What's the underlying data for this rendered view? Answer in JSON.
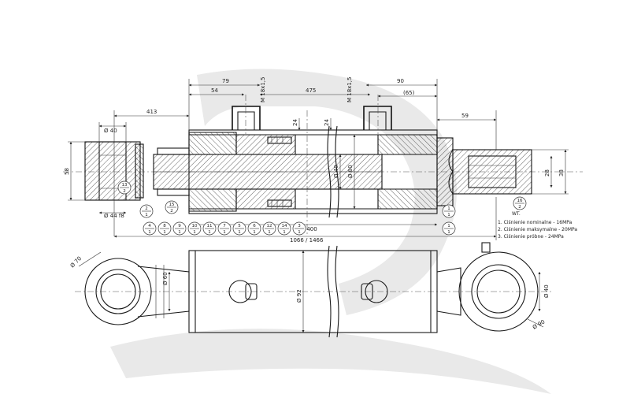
{
  "dimensions": {
    "top": [
      "79",
      "54",
      "M 18x1,5",
      "475",
      "M 18x1,5",
      "90",
      "(65)",
      "413",
      "59"
    ],
    "left_eye": [
      "Ø 40",
      "58",
      "Ø 44 f8"
    ],
    "vertical": [
      "24",
      "24",
      "Ø 40",
      "Ø 80",
      "28",
      "38"
    ],
    "bottom": [
      "H= 400",
      "1066 / 1466"
    ],
    "side_view": [
      "Ø 70",
      "Ø 60",
      "Ø 92",
      "Ø 40",
      "Ø 90"
    ]
  },
  "balloons_row": [
    {
      "top": "4",
      "bottom": "1"
    },
    {
      "top": "8",
      "bottom": "1"
    },
    {
      "top": "9",
      "bottom": "1"
    },
    {
      "top": "10",
      "bottom": "1"
    },
    {
      "top": "11",
      "bottom": "1"
    },
    {
      "top": "7",
      "bottom": "1"
    },
    {
      "top": "5",
      "bottom": "1"
    },
    {
      "top": "6",
      "bottom": "1"
    },
    {
      "top": "12",
      "bottom": "1"
    },
    {
      "top": "14",
      "bottom": "1"
    },
    {
      "top": "3",
      "bottom": "1"
    }
  ],
  "balloons_other": [
    {
      "top": "13",
      "bottom": "2"
    },
    {
      "top": "2",
      "bottom": "1"
    },
    {
      "top": "15",
      "bottom": "2"
    },
    {
      "top": "1",
      "bottom": "1"
    },
    {
      "top": "16",
      "bottom": "2"
    },
    {
      "top": "1",
      "bottom": "1"
    }
  ],
  "notes": {
    "title": "WT.",
    "lines": [
      "1. Ciśnienie nominalne   - 16MPa",
      "2. Ciśnienie maksymalne  - 20MPa",
      "3. Ciśnienie próbne        - 24MPa"
    ]
  }
}
